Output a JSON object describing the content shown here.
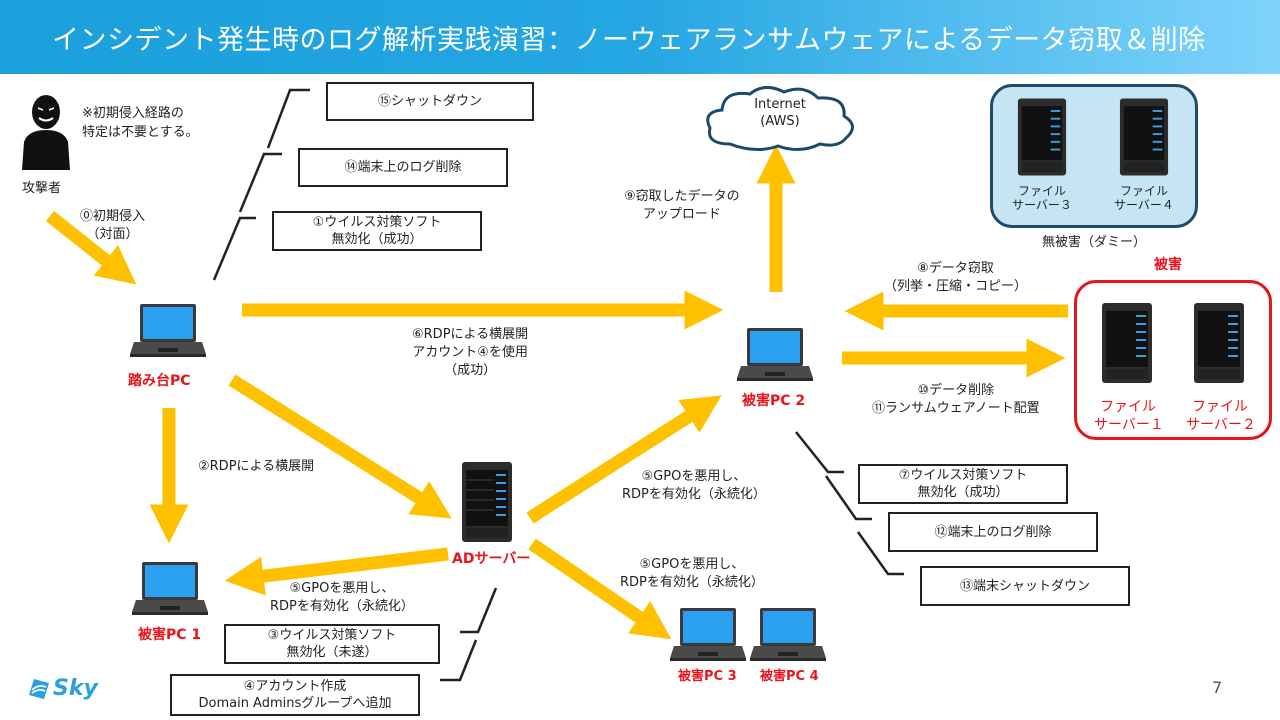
{
  "header": {
    "title": "インシデント発生時のログ解析実践演習：ノーウェアランサムウェアによるデータ窃取＆削除"
  },
  "attacker": {
    "label": "攻撃者",
    "note_line1": "※初期侵入経路の",
    "note_line2": "特定は不要とする。"
  },
  "nodes": {
    "stepping_pc": "踏み台PC",
    "victim_pc1": "被害PC 1",
    "victim_pc2": "被害PC 2",
    "victim_pc3": "被害PC 3",
    "victim_pc4": "被害PC 4",
    "ad_server": "ADサーバー",
    "internet_line1": "Internet",
    "internet_line2": "(AWS)"
  },
  "dummy_group": {
    "caption": "無被害（ダミー）",
    "server3_line1": "ファイル",
    "server3_line2": "サーバー３",
    "server4_line1": "ファイル",
    "server4_line2": "サーバー４"
  },
  "damaged_group": {
    "caption": "被害",
    "server1_line1": "ファイル",
    "server1_line2": "サーバー１",
    "server2_line1": "ファイル",
    "server2_line2": "サーバー２"
  },
  "arrow_labels": {
    "step0_line1": "⓪初期侵入",
    "step0_line2": "（対面）",
    "step2": "②RDPによる横展開",
    "step5_pc1_line1": "⑤GPOを悪用し、",
    "step5_pc1_line2": "RDPを有効化（永続化）",
    "step5_pc2_line1": "⑤GPOを悪用し、",
    "step5_pc2_line2": "RDPを有効化（永続化）",
    "step5_pc34_line1": "⑤GPOを悪用し、",
    "step5_pc34_line2": "RDPを有効化（永続化）",
    "step6_line1": "⑥RDPによる横展開",
    "step6_line2": "アカウント④を使用",
    "step6_line3": "（成功）",
    "step8_line1": "⑧データ窃取",
    "step8_line2": "（列挙・圧縮・コピー）",
    "step9_line1": "⑨窃取したデータの",
    "step9_line2": "アップロード",
    "step10": "⑩データ削除",
    "step11": "⑪ランサムウェアノート配置"
  },
  "callouts": {
    "step15": "⑮シャットダウン",
    "step14": "⑭端末上のログ削除",
    "step1_line1": "①ウイルス対策ソフト",
    "step1_line2": "無効化（成功）",
    "step7_line1": "⑦ウイルス対策ソフト",
    "step7_line2": "無効化（成功）",
    "step12": "⑫端末上のログ削除",
    "step13": "⑬端末シャットダウン",
    "step3_line1": "③ウイルス対策ソフト",
    "step3_line2": "無効化（未遂）",
    "step4_line1": "④アカウント作成",
    "step4_line2": "Domain Adminsグループへ追加"
  },
  "footer": {
    "logo": "Sky",
    "page_number": "7"
  },
  "colors": {
    "arrow": "#ffc000",
    "damage_red": "#e8141b",
    "header_blue": "#1aa0dc",
    "dummy_fill": "#c5e5f5",
    "dummy_border": "#1b4a6b"
  }
}
